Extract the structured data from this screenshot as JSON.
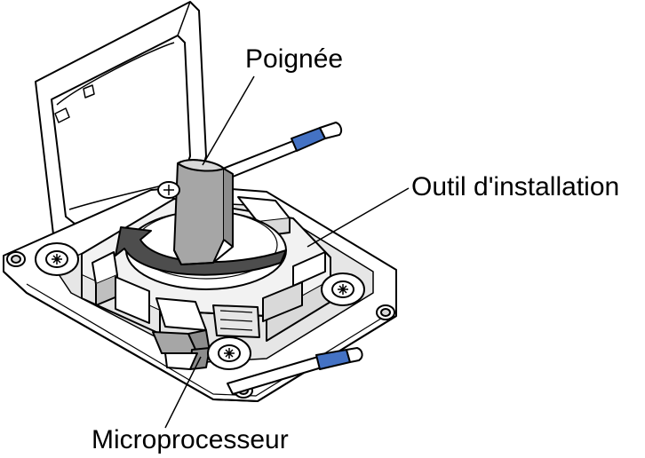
{
  "figure": {
    "callouts": {
      "handle": "Poignée",
      "installation_tool": "Outil d'installation",
      "microprocessor": "Microprocesseur"
    },
    "colors": {
      "line": "#000000",
      "fill_light": "#ffffff",
      "fill_gray": "#d9d9d9",
      "fill_mid_gray": "#a6a6a6",
      "fill_dark_gray": "#8c8c8c",
      "lever_accent": "#4472c4"
    },
    "icons": {
      "rotation_arrow": "counterclockwise-rotation-arrow-icon",
      "screws": "torx-screw-icon"
    }
  }
}
